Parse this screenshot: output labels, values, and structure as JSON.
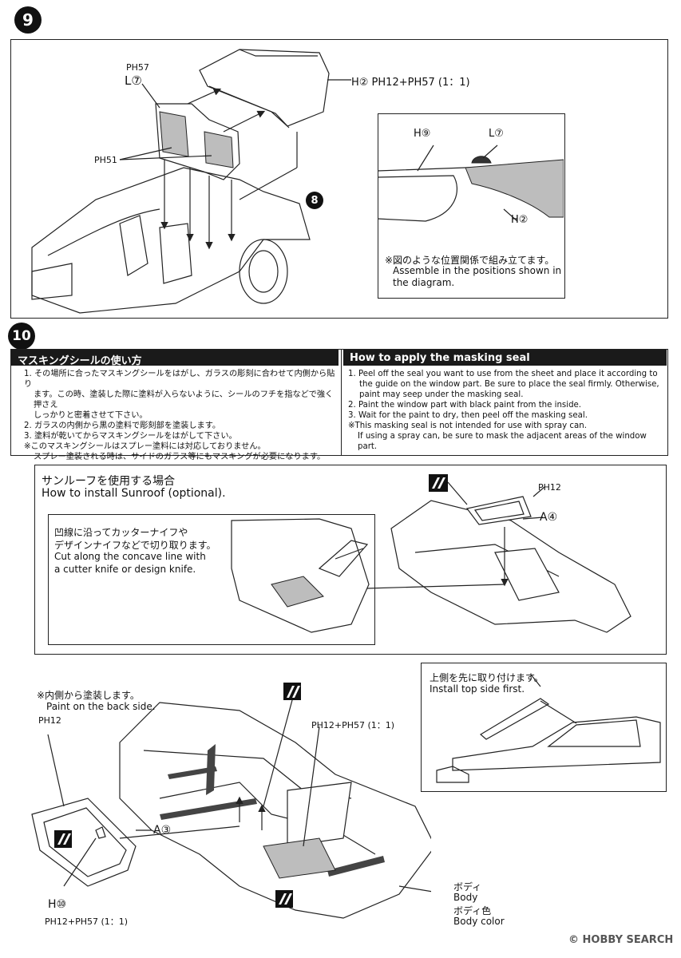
{
  "step9": {
    "number": "9",
    "ph57": "PH57",
    "l7": "L⑦",
    "h2_formula": "H② PH12+PH57 (1：1)",
    "ph51": "PH51",
    "ref8": "8",
    "inset": {
      "h9": "H⑨",
      "l7": "L⑦",
      "h2": "H②",
      "note_jp": "※図のような位置関係で組み立てます。",
      "note_en1": "Assemble in the positions shown in",
      "note_en2": "the diagram."
    }
  },
  "step10": {
    "number": "10",
    "masking_jp": {
      "title": "マスキングシールの使い方",
      "line1": "1. その場所に合ったマスキングシールをはがし、ガラスの彫刻に合わせて内側から貼り",
      "line1b": "ます。この時、塗装した際に塗料が入らないように、シールのフチを指などで強く押さえ",
      "line1c": "しっかりと密着させて下さい。",
      "line2": "2. ガラスの内側から黒の塗料で彫刻部を塗装します。",
      "line3": "3. 塗料が乾いてからマスキングシールをはがして下さい。",
      "note1": "※このマスキングシールはスプレー塗料には対応しておりません。",
      "note2": "スプレー塗装される時は、サイドのガラス等にもマスキングが必要になります。"
    },
    "masking_en": {
      "title": "How to apply the masking seal",
      "line1": "1. Peel off the seal you want to use from the sheet and place it according to",
      "line1b": "the guide on the window part. Be sure to place the seal firmly. Otherwise,",
      "line1c": "paint may seep under the masking seal.",
      "line2": "2. Paint the window part with black paint from the inside.",
      "line3": "3. Wait for the paint to dry, then peel off the masking seal.",
      "note1": "※This masking seal is not intended for use with spray can.",
      "note2": "If using a spray can, be sure to mask the adjacent areas of the window part."
    },
    "sunroof": {
      "title_jp": "サンルーフを使用する場合",
      "title_en": "How to install Sunroof (optional).",
      "cut_jp1": "凹線に沿ってカッターナイフや",
      "cut_jp2": "デザインナイフなどで切り取ります。",
      "cut_en1": "Cut along the concave line with",
      "cut_en2": "a cutter knife or design knife.",
      "ph12": "PH12",
      "a4": "A④"
    },
    "topside": {
      "jp": "上側を先に取り付けます。",
      "en": "Install top side first."
    },
    "body": {
      "paint_jp": "※内側から塗装します。",
      "paint_en": "Paint on the back side.",
      "ph12": "PH12",
      "formula_top": "PH12+PH57 (1：1)",
      "a3": "A③",
      "h10": "H⑩",
      "formula_bottom": "PH12+PH57 (1：1)",
      "body_jp": "ボディ",
      "body_en": "Body",
      "color_jp": "ボディ色",
      "color_en": "Body color"
    }
  },
  "watermark": "© HOBBY SEARCH"
}
